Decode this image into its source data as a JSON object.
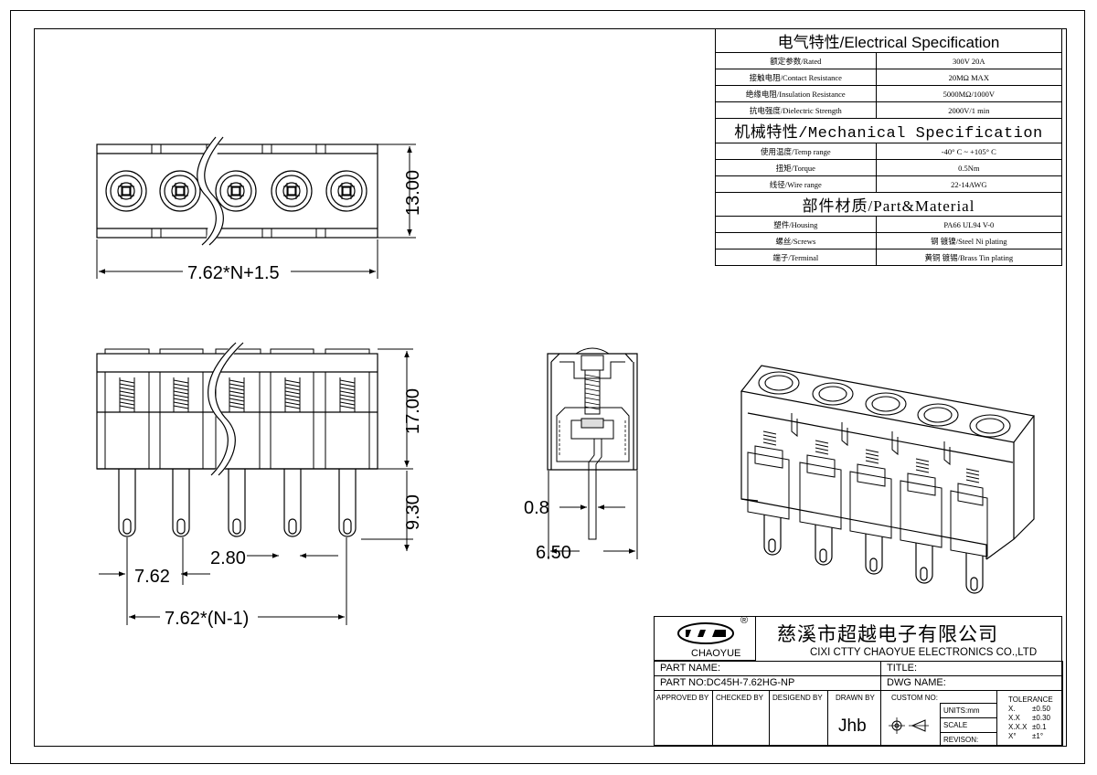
{
  "spec": {
    "electrical_title": "电气特性/Electrical Specification",
    "electrical_rows": [
      {
        "label": "额定参数/Rated",
        "value": "300V  20A"
      },
      {
        "label": "接触电阻/Contact Resistance",
        "value": "20MΩ MAX"
      },
      {
        "label": "绝缘电阻/Insulation Resistance",
        "value": "5000MΩ/1000V"
      },
      {
        "label": "抗电强度/Dielectric Strength",
        "value": "2000V/1 min"
      }
    ],
    "mechanical_title": "机械特性/Mechanical Specification",
    "mechanical_rows": [
      {
        "label": "使用温度/Temp range",
        "value": "-40° C ~ +105° C"
      },
      {
        "label": "扭矩/Torque",
        "value": "0.5Nm"
      },
      {
        "label": "线径/Wire range",
        "value": "22-14AWG"
      }
    ],
    "material_title": "部件材质/Part&Material",
    "material_rows": [
      {
        "label": "塑件/Housing",
        "value": "PA66 UL94 V-0"
      },
      {
        "label": "螺丝/Screws",
        "value": "钢 镀镍/Steel Ni plating"
      },
      {
        "label": "端子/Terminal",
        "value": "黄铜 镀锡/Brass Tin  plating"
      }
    ]
  },
  "dimensions": {
    "height_top": "13.00",
    "length_top": "7.62*N+1.5",
    "height_front": "17.00",
    "pin_length": "9.30",
    "pitch": "7.62",
    "pin_gap": "2.80",
    "span": "7.62*(N-1)",
    "pin_thickness": "0.8",
    "depth": "6.50"
  },
  "title_block": {
    "company_cn": "慈溪市超越电子有限公司",
    "company_en": "CIXI CTTY CHAOYUE ELECTRONICS CO.,LTD",
    "logo_text": "CHAOYUE",
    "logo_mark": "®",
    "part_name_label": "PART NAME:",
    "title_label": "TITLE:",
    "part_no_label": "PART NO:DC45H-7.62HG-NP",
    "dwg_name_label": "DWG NAME:",
    "approved_by": "APPROVED BY",
    "checked_by": "CHECKED BY",
    "designed_by": "DESIGEND BY",
    "drawn_by": "DRAWN BY",
    "drawn_by_value": "Jhb",
    "custom_no": "CUSTOM NO:",
    "units": "UNITS:mm",
    "scale": "SCALE",
    "revison": "REVISON:",
    "tolerance_title": "TOLERANCE",
    "tolerances": [
      {
        "k": "X.",
        "v": "±0.50"
      },
      {
        "k": "X.X",
        "v": "±0.30"
      },
      {
        "k": "X.X.X",
        "v": "±0.1"
      },
      {
        "k": "X°",
        "v": "±1°"
      }
    ]
  }
}
